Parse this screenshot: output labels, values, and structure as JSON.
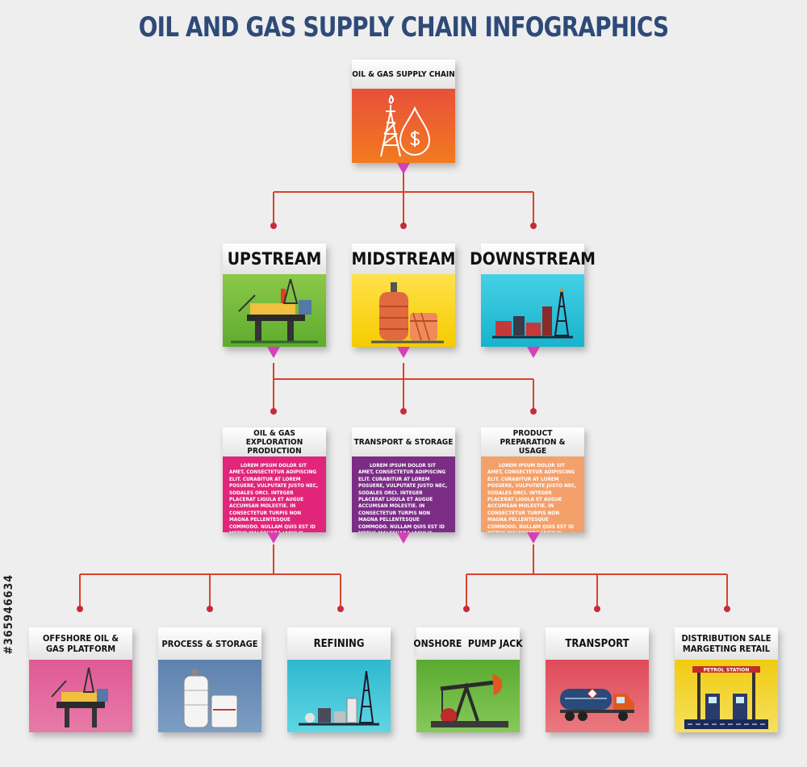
{
  "title": "OIL AND GAS SUPPLY CHAIN INFOGRAPHICS",
  "root": {
    "label": "OIL & GAS SUPPLY CHAIN",
    "color": "#ee5b2a"
  },
  "tier1": [
    {
      "label": "UPSTREAM",
      "color_top": "#8bc94a",
      "color_bot": "#5fab2e",
      "icon": "offshore-platform-icon"
    },
    {
      "label": "MIDSTREAM",
      "color_top": "#ffe14a",
      "color_bot": "#f5cc00",
      "icon": "storage-tank-icon"
    },
    {
      "label": "DOWNSTREAM",
      "color_top": "#45d0e6",
      "color_bot": "#18b3cc",
      "icon": "refinery-icon"
    }
  ],
  "tier2": [
    {
      "label": "OIL & GAS EXPLORATION PRODUCTION",
      "color": "#e0257a"
    },
    {
      "label": "TRANSPORT & STORAGE",
      "color": "#7b2d86"
    },
    {
      "label": "PRODUCT PREPARATION & USAGE",
      "color": "#f4a06a"
    }
  ],
  "lorem": "Lorem ipsum dolor sit amet, consectetur adipiscing elit. Curabitur at lorem posuere, vulputate justo nec, sodales orci. Integer placerat ligula et augue accumsan molestie. In consectetur turpis non magna pellentesque commodo. Nullam quis est id metus malesuada iaculis. Integer scelerisque mauris vitae mi euismod ultrices.",
  "tier3": [
    {
      "label": "OFFSHORE OIL & GAS PLATFORM",
      "color": "#e05a94",
      "icon": "offshore-platform-icon"
    },
    {
      "label": "PROCESS & STORAGE",
      "color": "#6d8fb5",
      "icon": "storage-tank-icon"
    },
    {
      "label": "REFINING",
      "color": "#3cc7d6",
      "icon": "refinery-icon"
    },
    {
      "label": "ONSHORE  PUMP JACK",
      "color": "#6bbb3a",
      "icon": "pump-jack-icon"
    },
    {
      "label": "TRANSPORT",
      "color": "#e25a6a",
      "icon": "tanker-truck-icon"
    },
    {
      "label": "DISTRIBUTION SALE MARGETING RETAIL",
      "color": "#f2d21a",
      "icon": "petrol-station-icon",
      "sign": "PETROL STATION"
    }
  ],
  "watermark": "#365946634"
}
